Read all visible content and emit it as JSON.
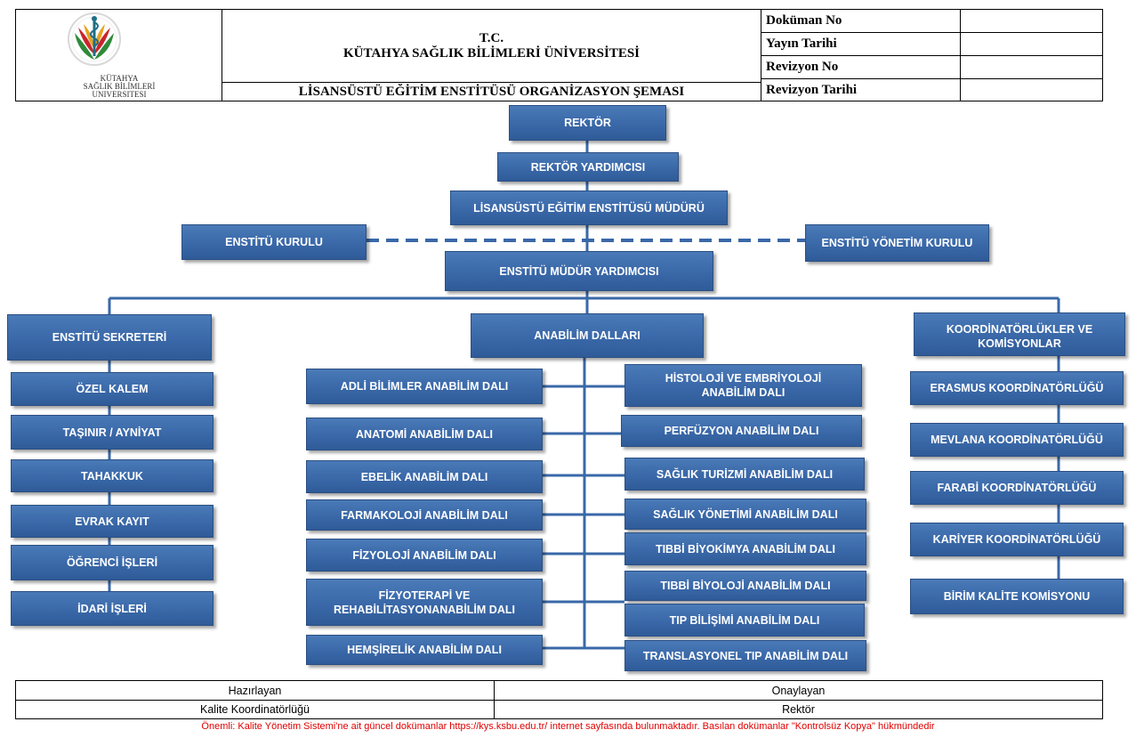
{
  "header": {
    "logo_lines": [
      "KÜTAHYA",
      "SAĞLIK BİLİMLERİ",
      "ÜNİVERSİTESİ"
    ],
    "title_line1": "T.C.",
    "title_line2": "KÜTAHYA SAĞLIK BİLİMLERİ ÜNİVERSİTESİ",
    "subtitle": "LİSANSÜSTÜ EĞİTİM ENSTİTÜSÜ ORGANİZASYON ŞEMASI",
    "meta": [
      {
        "label": "Doküman No",
        "value": ""
      },
      {
        "label": "Yayın Tarihi",
        "value": ""
      },
      {
        "label": "Revizyon No",
        "value": ""
      },
      {
        "label": "Revizyon Tarihi",
        "value": ""
      }
    ]
  },
  "org": {
    "rektor": "REKTÖR",
    "rektor_yardimcisi": "REKTÖR YARDIMCISI",
    "mudur": "LİSANSÜSTÜ EĞİTİM ENSTİTÜSÜ MÜDÜRÜ",
    "kurul": "ENSTİTÜ KURULU",
    "yonetim_kurulu": "ENSTİTÜ YÖNETİM KURULU",
    "mudur_yardimcisi": "ENSTİTÜ MÜDÜR YARDIMCISI",
    "sekreter": "ENSTİTÜ SEKRETERİ",
    "anabilim_dallari": "ANABİLİM DALLARI",
    "koordinatorlukler": [
      "KOORDİNATÖRLÜKLER VE",
      "KOMİSYONLAR"
    ],
    "secretary_units": [
      "ÖZEL KALEM",
      "TAŞINIR / AYNİYAT",
      "TAHAKKUK",
      "EVRAK KAYIT",
      "ÖĞRENCİ İŞLERİ",
      "İDARİ İŞLERİ"
    ],
    "left_departments": [
      [
        "ADLİ BİLİMLER ANABİLİM DALI"
      ],
      [
        "ANATOMİ ANABİLİM DALI"
      ],
      [
        "EBELİK ANABİLİM DALI"
      ],
      [
        "FARMAKOLOJİ ANABİLİM DALI"
      ],
      [
        "FİZYOLOJİ ANABİLİM DALI"
      ],
      [
        "FİZYOTERAPİ VE",
        "REHABİLİTASYONANABİLİM DALI"
      ],
      [
        "HEMŞİRELİK ANABİLİM DALI"
      ]
    ],
    "right_departments": [
      [
        "HİSTOLOJİ VE EMBRİYOLOJİ",
        "ANABİLİM DALI"
      ],
      [
        "PERFÜZYON  ANABİLİM DALI"
      ],
      [
        "SAĞLIK TURİZMİ ANABİLİM DALI"
      ],
      [
        "SAĞLIK YÖNETİMİ ANABİLİM DALI"
      ],
      [
        "TIBBİ BİYOKİMYA ANABİLİM DALI"
      ],
      [
        "TIBBİ BİYOLOJİ ANABİLİM DALI"
      ],
      [
        "TIP BİLİŞİMİ ANABİLİM DALI"
      ],
      [
        "TRANSLASYONEL TIP ANABİLİM DALI"
      ]
    ],
    "coordinator_units": [
      "ERASMUS KOORDİNATÖRLÜĞÜ",
      "MEVLANA KOORDİNATÖRLÜĞÜ",
      "FARABİ KOORDİNATÖRLÜĞÜ",
      "KARİYER KOORDİNATÖRLÜĞÜ",
      "BİRİM KALİTE KOMİSYONU"
    ]
  },
  "footer": {
    "prepared_label": "Hazırlayan",
    "approved_label": "Onaylayan",
    "prepared_by": "Kalite Koordinatörlüğü",
    "approved_by": "Rektör",
    "notice": "Önemli: Kalite Yönetim Sistemi'ne ait güncel dokümanlar https://kys.ksbu.edu.tr/ internet sayfasında bulunmaktadır.  Basılan dokümanlar \"Kontrolsüz Kopya\" hükmündedir"
  },
  "colors": {
    "box": "#3a68a8",
    "line": "#3a68a8",
    "notice": "#e00000"
  }
}
